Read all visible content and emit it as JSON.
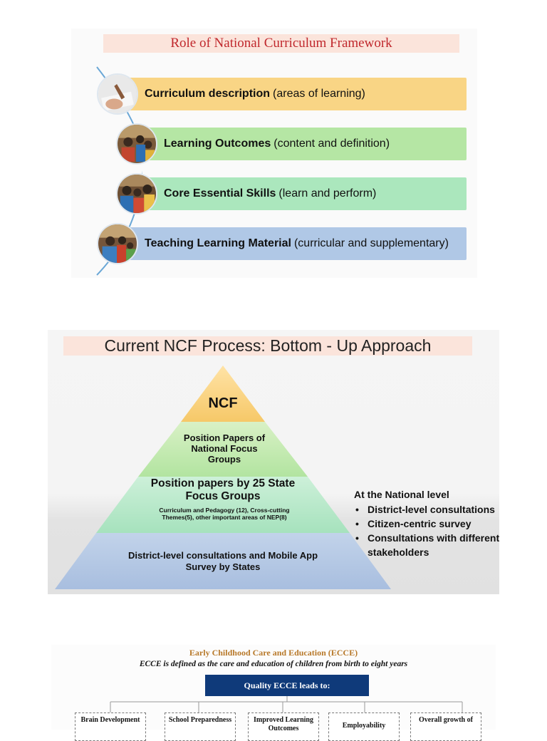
{
  "slide1": {
    "title": "Role of National Curriculum Framework",
    "items": [
      {
        "bold": "Curriculum description",
        "rest": "(areas of learning)",
        "color": "#f9d585"
      },
      {
        "bold": "Learning Outcomes",
        "rest": "(content and definition)",
        "color": "#b5e6a4"
      },
      {
        "bold": "Core Essential Skills",
        "rest": "(learn and perform)",
        "color": "#abe7bd"
      },
      {
        "bold": "Teaching Learning Material",
        "rest": "(curricular and supplementary)",
        "color": "#b0c8e6"
      }
    ]
  },
  "slide2": {
    "title": "Current NCF Process: Bottom - Up Approach",
    "pyramid": {
      "top": "NCF",
      "level2": "Position Papers of National Focus Groups",
      "level3_title": "Position papers by 25 State Focus Groups",
      "level3_sub": "Curriculum and Pedagogy (12), Cross-cutting Themes(5), other important areas of NEP(8)",
      "base": "District-level consultations and Mobile App Survey by States"
    },
    "national": {
      "heading": "At the National level",
      "bullets": [
        "District-level consultations",
        "Citizen-centric survey",
        "Consultations with different stakeholders"
      ]
    }
  },
  "slide3": {
    "title": "Early Childhood Care and Education (ECCE)",
    "definition": "ECCE is defined as the care and education of children from birth to eight years",
    "quality": "Quality ECCE leads to:",
    "outcomes": [
      "Brain Development",
      "School Preparedness",
      "Improved Learning Outcomes",
      "Employability",
      "Overall growth of"
    ]
  }
}
